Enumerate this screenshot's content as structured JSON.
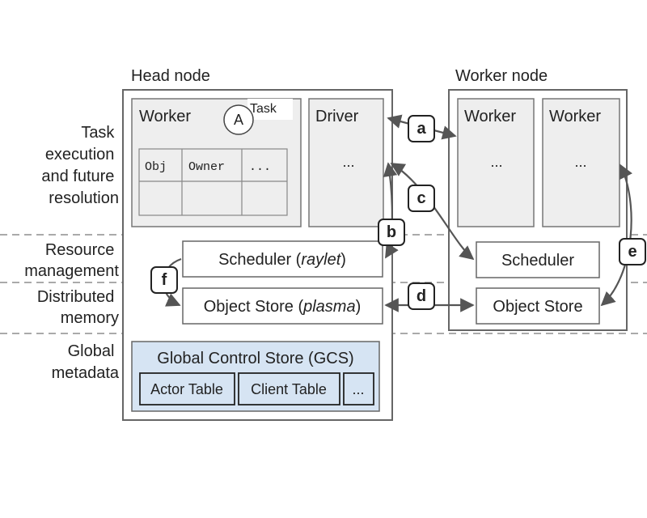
{
  "head_node": {
    "title": "Head node",
    "worker": {
      "label": "Worker",
      "task_label": "Task",
      "actor_glyph": "A",
      "table_headers": [
        "Obj",
        "Owner",
        "..."
      ]
    },
    "driver": {
      "label": "Driver",
      "ellipsis": "..."
    },
    "scheduler": {
      "label": "Scheduler (",
      "emphasis": "raylet",
      "close": ")"
    },
    "object_store": {
      "label": "Object Store (",
      "emphasis": "plasma",
      "close": ")"
    },
    "gcs": {
      "title": "Global Control Store (GCS)",
      "tables": [
        "Actor Table",
        "Client Table",
        "..."
      ]
    }
  },
  "worker_node": {
    "title": "Worker node",
    "workers": [
      {
        "label": "Worker",
        "ellipsis": "..."
      },
      {
        "label": "Worker",
        "ellipsis": "..."
      }
    ],
    "scheduler": {
      "label": "Scheduler"
    },
    "object_store": {
      "label": "Object Store"
    }
  },
  "layers": [
    {
      "lines": [
        "Task",
        "execution",
        "and future",
        "resolution"
      ]
    },
    {
      "lines": [
        "Resource",
        "management"
      ]
    },
    {
      "lines": [
        "Distributed",
        "memory"
      ]
    },
    {
      "lines": [
        "Global",
        "metadata"
      ]
    }
  ],
  "connection_labels": [
    "a",
    "b",
    "c",
    "d",
    "e",
    "f"
  ],
  "colors": {
    "node_fill": "#ffffff",
    "panel_fill": "#eeeeee",
    "gcs_fill": "#d6e4f3",
    "border": "#666666",
    "arrow": "#555555",
    "dash": "#aaaaaa"
  }
}
